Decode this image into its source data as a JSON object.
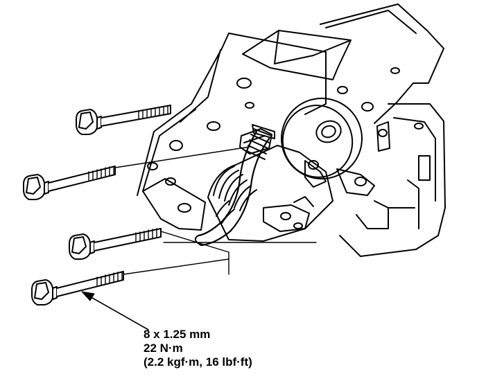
{
  "spec": {
    "bolt_size": "8 x 1.25 mm",
    "torque_nm": "22 N·m",
    "torque_alt": "(2.2 kgf·m, 16 lbf·ft)"
  },
  "icons": {
    "bolt": "bolt-icon",
    "pointer": "arrow-icon"
  },
  "colors": {
    "ink": "#000000",
    "paper": "#ffffff"
  }
}
